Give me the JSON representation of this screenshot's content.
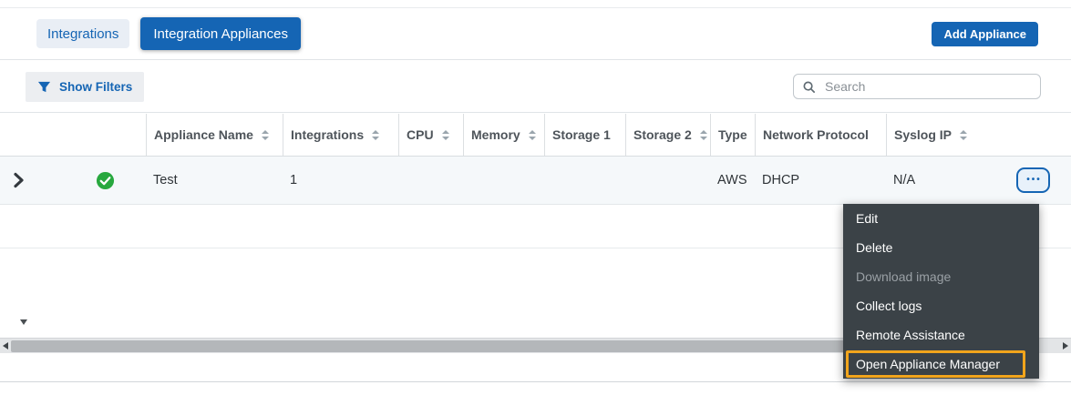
{
  "colors": {
    "accent-blue": "#1565b4",
    "tab-inactive-bg": "#e9eef5",
    "menu-bg": "#3b4247",
    "menu-text": "#ffffff",
    "menu-disabled-text": "#9aa0a5",
    "highlight-orange": "#f2a51c",
    "status-green": "#27a83e",
    "row-bg": "#f5f8fa"
  },
  "tabs": [
    {
      "label": "Integrations",
      "active": false
    },
    {
      "label": "Integration Appliances",
      "active": true
    }
  ],
  "toolbar": {
    "add_appliance_label": "Add Appliance",
    "show_filters_label": "Show Filters"
  },
  "search": {
    "placeholder": "Search"
  },
  "table": {
    "columns": [
      {
        "label": "Appliance Name",
        "sortable": true
      },
      {
        "label": "Integrations",
        "sortable": true
      },
      {
        "label": "CPU",
        "sortable": true
      },
      {
        "label": "Memory",
        "sortable": true
      },
      {
        "label": "Storage 1",
        "sortable": false
      },
      {
        "label": "Storage 2",
        "sortable": true
      },
      {
        "label": "Type",
        "sortable": false
      },
      {
        "label": "Network Protocol",
        "sortable": false
      },
      {
        "label": "Syslog IP",
        "sortable": true
      }
    ],
    "rows": [
      {
        "status": "ok",
        "appliance_name": "Test",
        "integrations": "1",
        "cpu": "",
        "memory": "",
        "storage_1": "",
        "storage_2": "",
        "type": "AWS",
        "network_protocol": "DHCP",
        "syslog_ip": "N/A"
      }
    ],
    "row_menu_icon": "•••"
  },
  "context_menu": {
    "items": [
      {
        "label": "Edit",
        "disabled": false,
        "highlighted": false
      },
      {
        "label": "Delete",
        "disabled": false,
        "highlighted": false
      },
      {
        "label": "Download image",
        "disabled": true,
        "highlighted": false
      },
      {
        "label": "Collect logs",
        "disabled": false,
        "highlighted": false
      },
      {
        "label": "Remote Assistance",
        "disabled": false,
        "highlighted": false
      },
      {
        "label": "Open Appliance Manager",
        "disabled": false,
        "highlighted": true
      }
    ]
  }
}
